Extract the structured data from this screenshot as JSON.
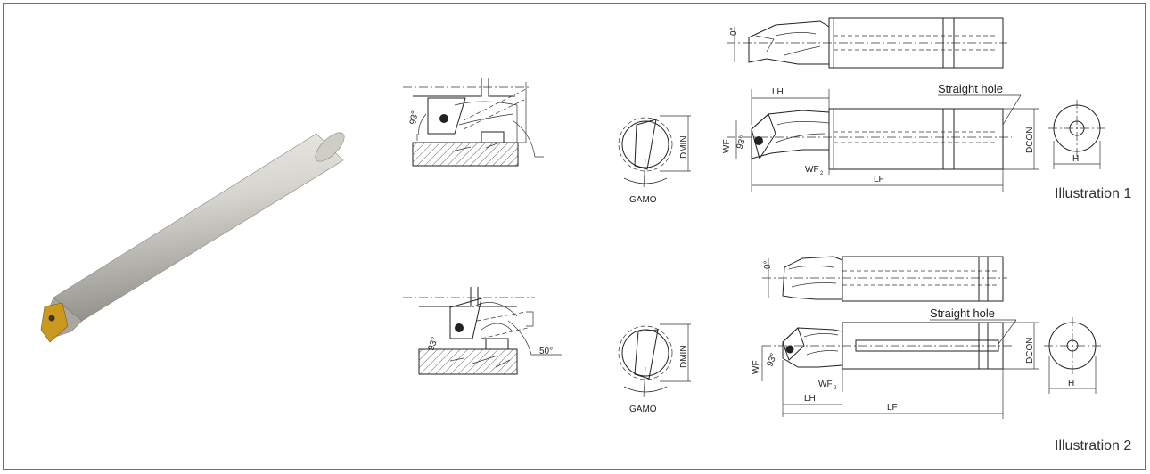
{
  "figure": {
    "illustration_1": {
      "caption": "Illustration 1",
      "angle_top": "0°",
      "angle_side": "93°",
      "LH": "LH",
      "LF": "LF",
      "WF": "WF",
      "WF2": "WF",
      "WF2_sub": "2",
      "DMIN": "DMIN",
      "DCON": "DCON",
      "GAMO": "GAMO",
      "H": "H",
      "straight_hole": "Straight hole",
      "sketch_angle": "93°"
    },
    "illustration_2": {
      "caption": "Illustration 2",
      "angle_top": "0°",
      "angle_side": "93°",
      "LH": "LH",
      "LF": "LF",
      "WF": "WF",
      "WF2": "WF",
      "WF2_sub": "2",
      "DMIN": "DMIN",
      "DCON": "DCON",
      "GAMO": "GAMO",
      "H": "H",
      "straight_hole": "Straight hole",
      "sketch_angle": "93°",
      "sketch_angle_2": "50°"
    },
    "colors": {
      "insert_gold": "#c99a1f",
      "shank_light": "#dcdad3",
      "shank_dark": "#9c9a93"
    }
  }
}
